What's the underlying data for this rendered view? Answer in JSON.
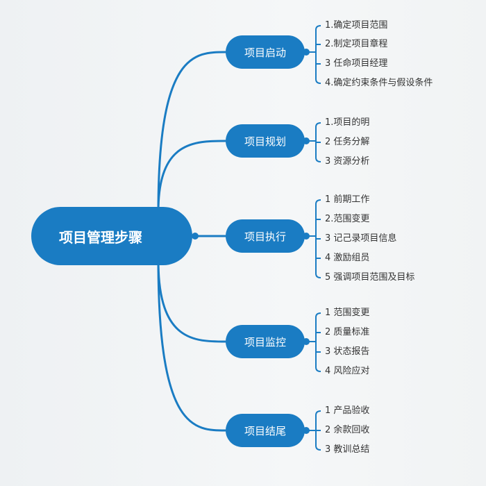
{
  "root": {
    "label": "项目管理步骤"
  },
  "colors": {
    "accent": "#1a7cc3",
    "text": "#333333"
  },
  "branches": [
    {
      "label": "项目启动",
      "items": [
        "1.确定项目范围",
        "2.制定项目章程",
        "3 任命项目经理",
        "4.确定约束条件与假设条件"
      ]
    },
    {
      "label": "项目规划",
      "items": [
        "1.项目的明",
        "2 任务分解",
        "3 资源分析"
      ]
    },
    {
      "label": "项目执行",
      "items": [
        "1 前期工作",
        "2.范围变更",
        "3 记己录项目信息",
        "4 激励组员",
        "5 强调项目范围及目标"
      ]
    },
    {
      "label": "项目监控",
      "items": [
        "1 范围变更",
        "2 质量标准",
        "3 状态报告",
        "4 风险应对"
      ]
    },
    {
      "label": "项目结尾",
      "items": [
        "1 产品验收",
        "2 余款回收",
        "3 教训总结"
      ]
    }
  ]
}
